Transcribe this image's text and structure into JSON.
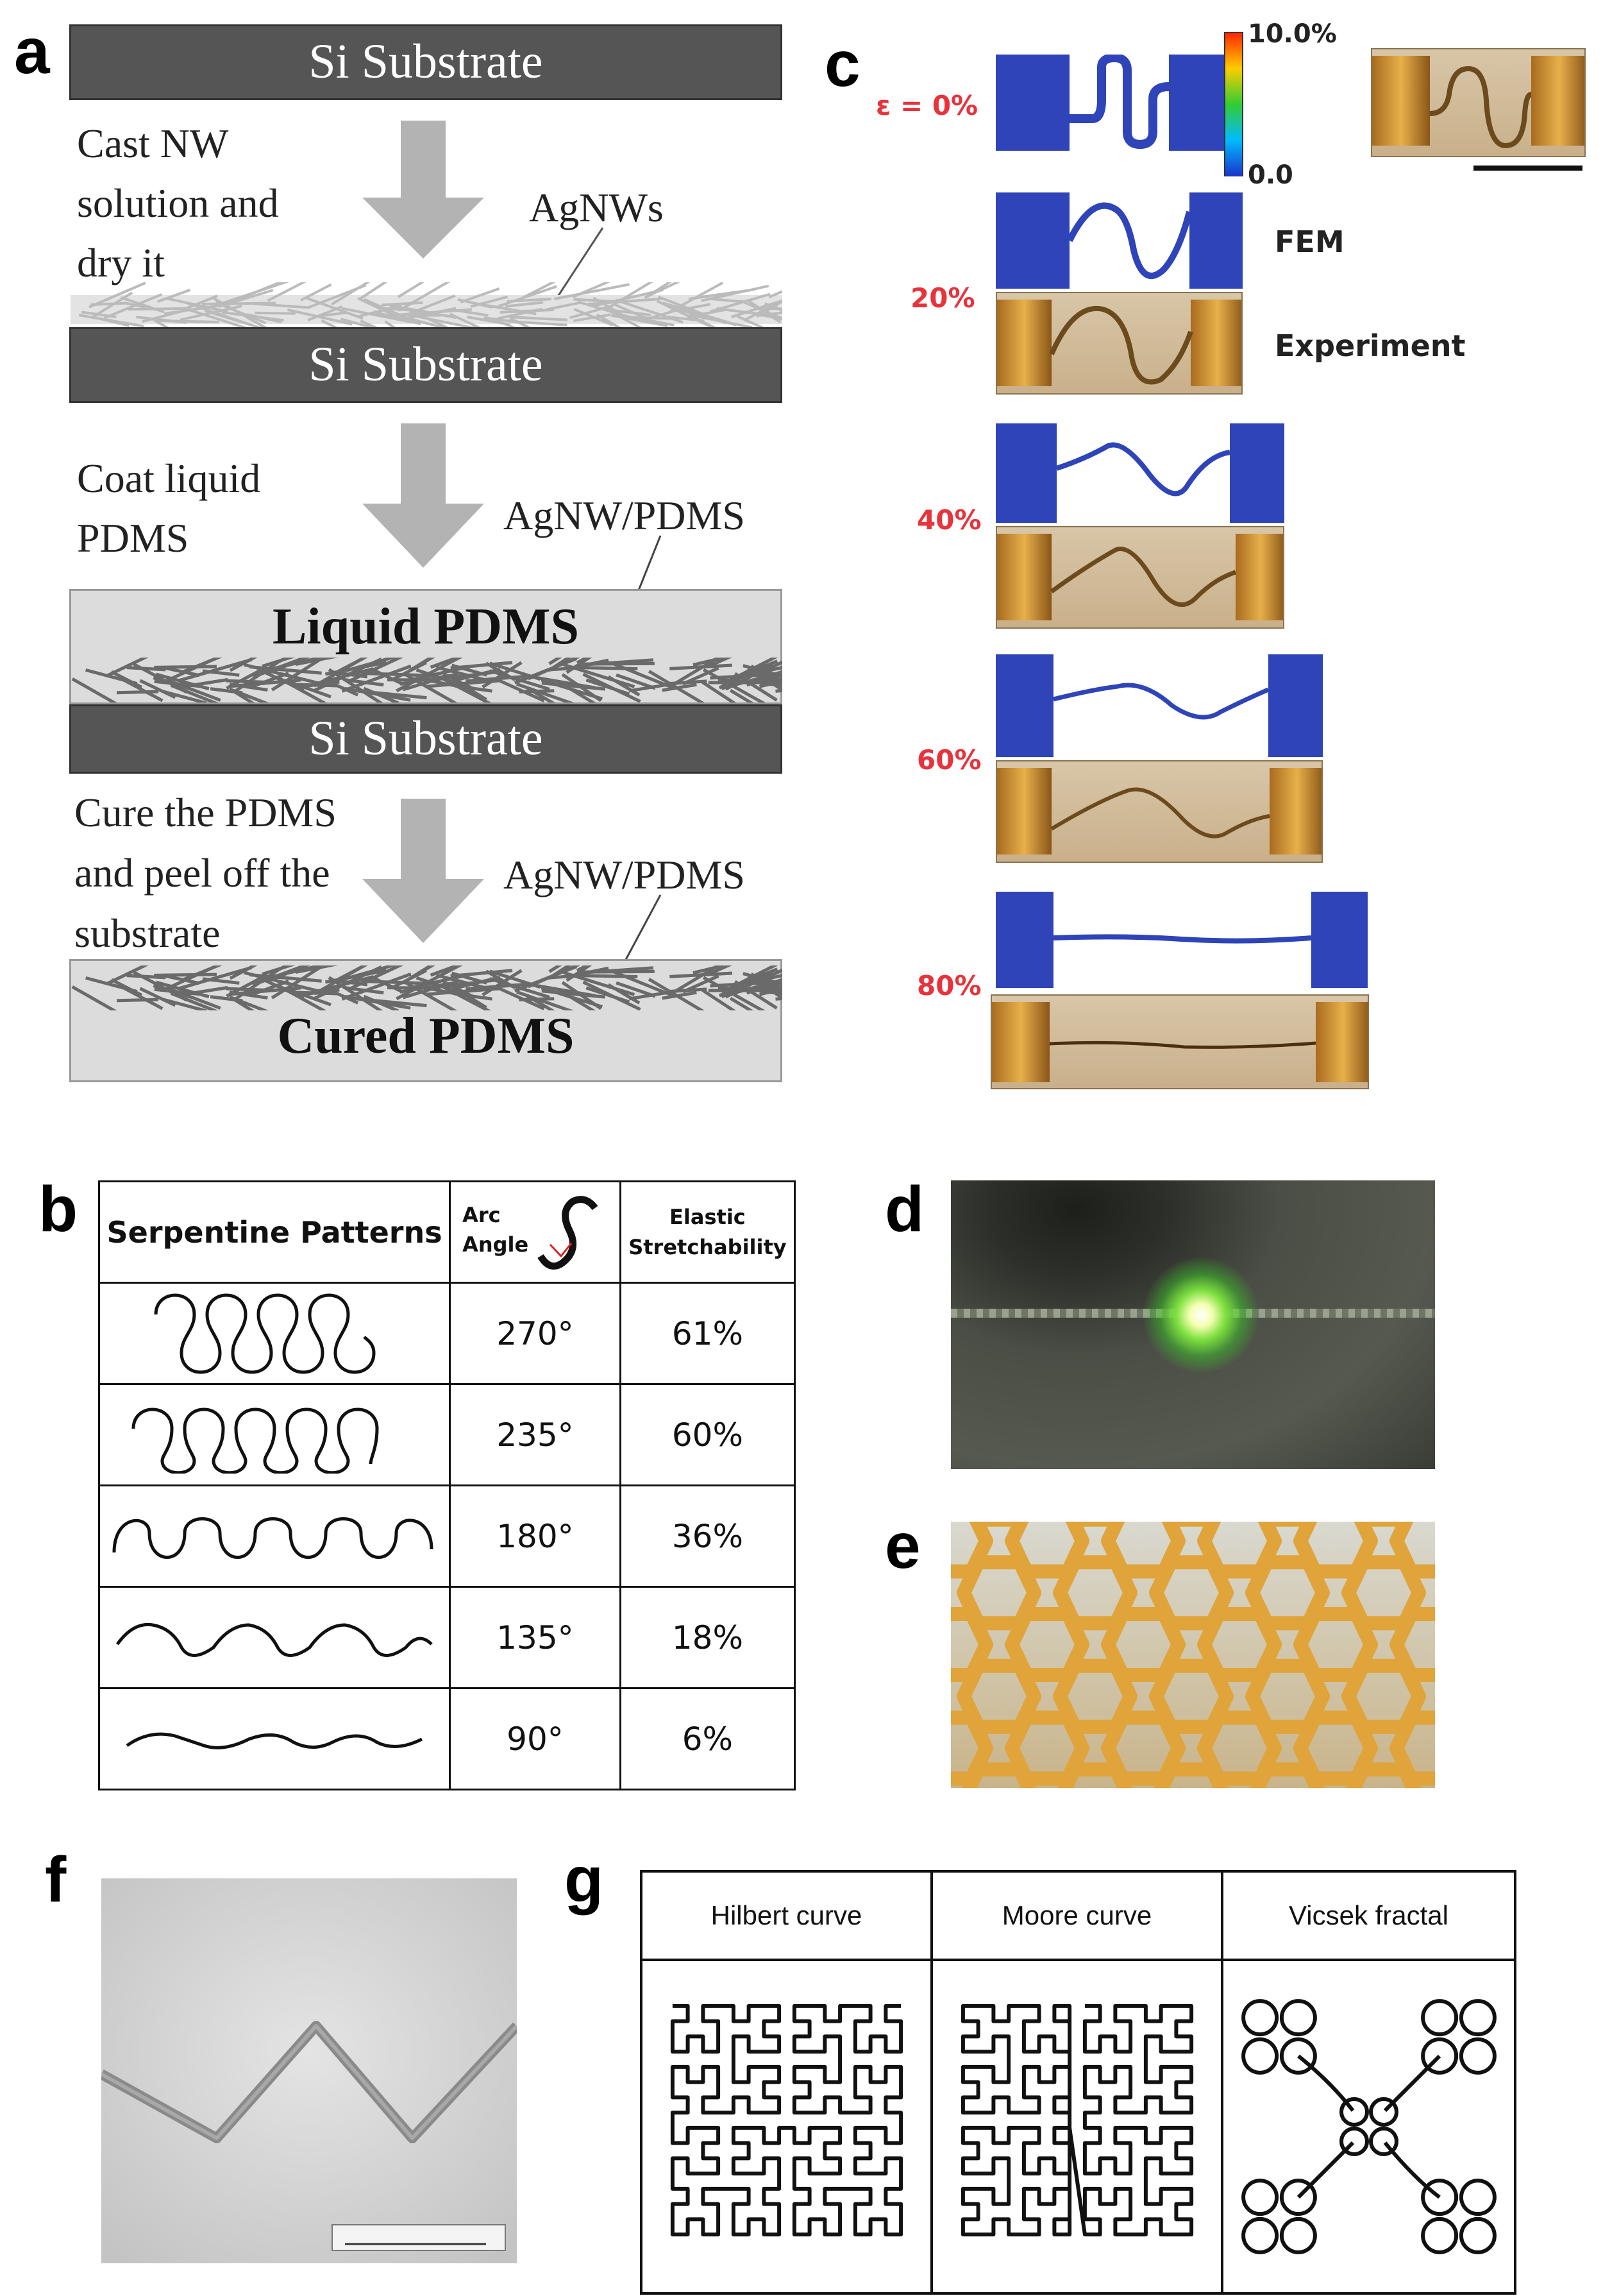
{
  "panel_letters": {
    "a": "a",
    "b": "b",
    "c": "c",
    "d": "d",
    "e": "e",
    "f": "f",
    "g": "g"
  },
  "panel_a": {
    "si_substrate": "Si Substrate",
    "step1_lines": [
      "Cast NW",
      "solution and",
      "dry it"
    ],
    "agnws_label": "AgNWs",
    "step2_lines": [
      "Coat liquid",
      "PDMS"
    ],
    "agnw_pdms_label_1": "AgNW/PDMS",
    "liquid_pdms": "Liquid PDMS",
    "step3_lines": [
      "Cure the PDMS",
      "and peel off the",
      "substrate"
    ],
    "agnw_pdms_label_2": "AgNW/PDMS",
    "cured_pdms": "Cured PDMS"
  },
  "panel_b": {
    "header_patterns": "Serpentine Patterns",
    "header_arc": [
      "Arc",
      "Angle"
    ],
    "header_elastic": [
      "Elastic",
      "Stretchability"
    ],
    "rows": [
      {
        "angle": "270°",
        "stretch": "61%"
      },
      {
        "angle": "235°",
        "stretch": "60%"
      },
      {
        "angle": "180°",
        "stretch": "36%"
      },
      {
        "angle": "135°",
        "stretch": "18%"
      },
      {
        "angle": "90°",
        "stretch": "6%"
      }
    ]
  },
  "panel_c": {
    "strains": [
      "ε = 0%",
      "20%",
      "40%",
      "60%",
      "80%"
    ],
    "colorbar_max": "10.0%",
    "colorbar_min": "0.0",
    "fem_label": "FEM",
    "experiment_label": "Experiment"
  },
  "panel_g": {
    "headers": [
      "Hilbert curve",
      "Moore curve",
      "Vicsek fractal"
    ]
  },
  "colors": {
    "strain_red": "#e8323c",
    "fem_blue": "#2e44b8",
    "si_gray": "#555555"
  }
}
